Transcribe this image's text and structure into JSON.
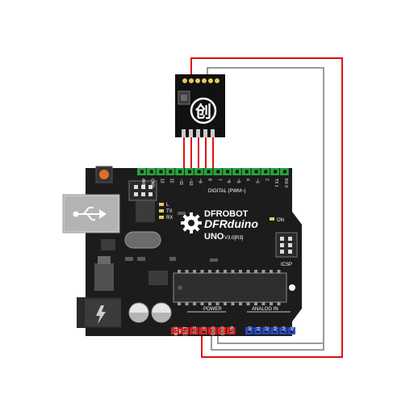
{
  "module": {
    "logo_glyph": "创",
    "pin_count": 5
  },
  "board": {
    "brand_line1": "DFROBOT",
    "brand_line2": "DFRduino",
    "brand_line3": "UNO",
    "brand_version": "V3.0[R3]",
    "digital_header_label": "DIGITAL (PWM~)",
    "digital_pins": [
      "AREF",
      "GND",
      "13",
      "12",
      "~11",
      "~10",
      "~9",
      "8",
      "7",
      "~6",
      "~5",
      "4",
      "~3",
      "2",
      "TX 1",
      "RX 0"
    ],
    "power_header_label": "POWER",
    "power_pins": [
      "IOREF",
      "RESET",
      "3V3",
      "5V",
      "GND",
      "GND",
      "VIN"
    ],
    "analog_header_label": "ANALOG IN",
    "analog_pins": [
      "A0",
      "A1",
      "A2",
      "A3",
      "A4",
      "A5"
    ],
    "led_labels": [
      "L",
      "TX",
      "RX",
      "ON"
    ],
    "icsp_label": "ICSP",
    "icons": [
      "usb-icon",
      "lightning-icon",
      "gear-icon"
    ]
  },
  "colors": {
    "board": "#1c1c1c",
    "digital_header": "#27a33b",
    "power_header": "#e02020",
    "analog_header": "#2547c9",
    "wire_red": "#e01010",
    "wire_gray": "#9a9a9a"
  }
}
